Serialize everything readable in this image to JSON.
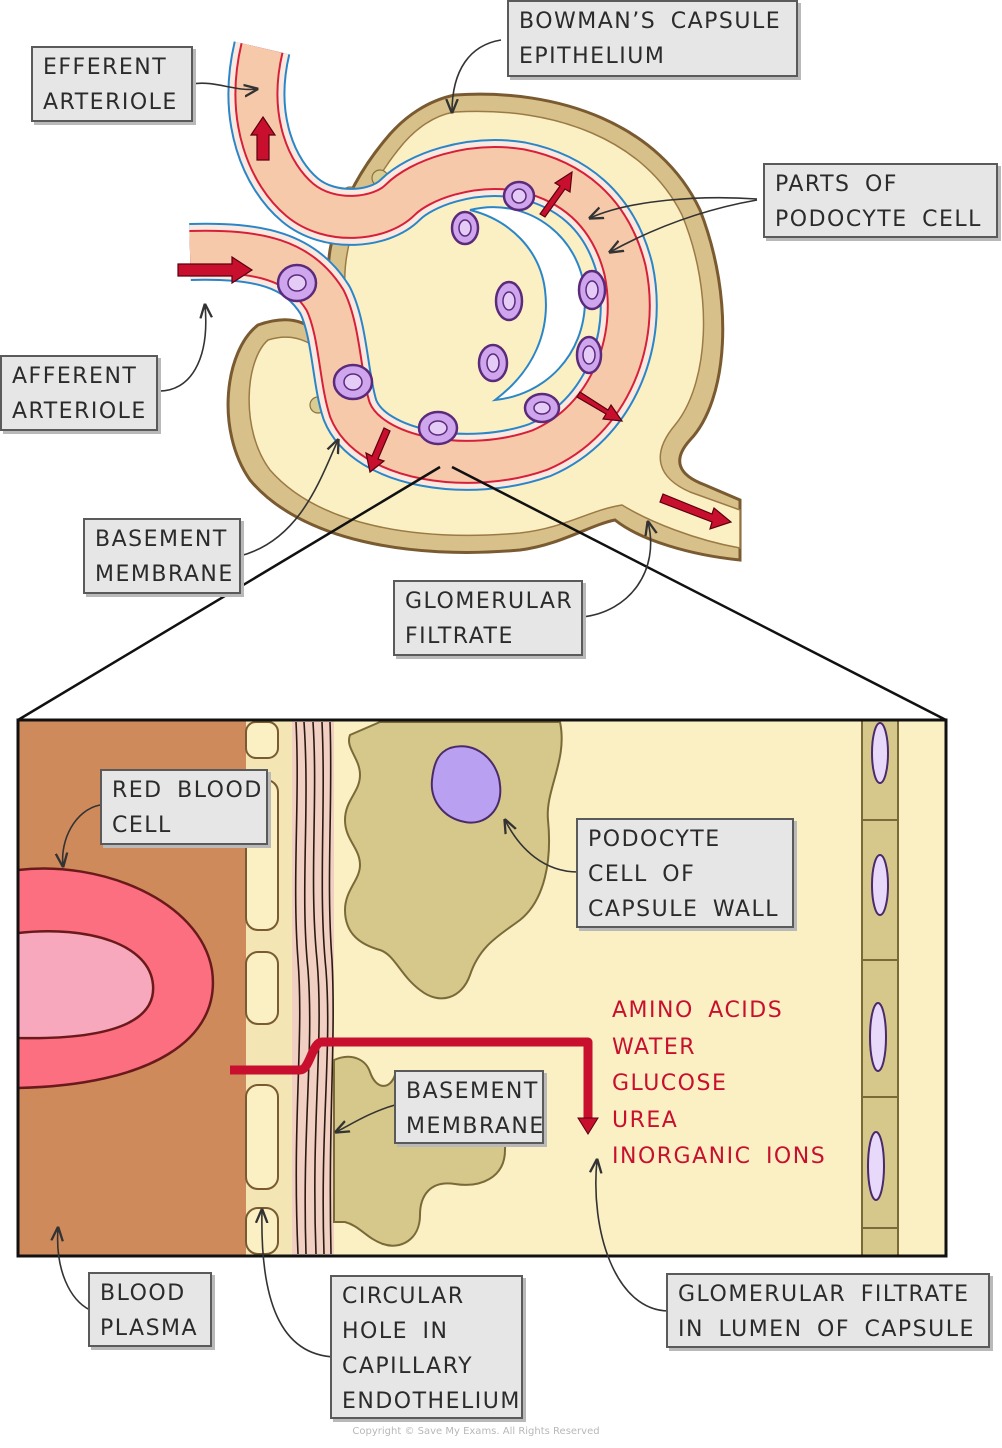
{
  "labels": {
    "efferent_arteriole": [
      "EFFERENT",
      "ARTERIOLE"
    ],
    "bowmans_capsule": [
      "BOWMAN’S CAPSULE",
      "EPITHELIUM"
    ],
    "parts_of_podocyte": [
      "PARTS OF",
      "PODOCYTE CELL"
    ],
    "afferent_arteriole": [
      "AFFERENT",
      "ARTERIOLE"
    ],
    "basement_membrane_top": [
      "BASEMENT",
      "MEMBRANE"
    ],
    "glomerular_filtrate_top": [
      "GLOMERULAR",
      "FILTRATE"
    ],
    "red_blood_cell": [
      "RED BLOOD",
      "CELL"
    ],
    "podocyte_cell": [
      "PODOCYTE",
      "CELL OF",
      "CAPSULE WALL"
    ],
    "basement_membrane_bottom": [
      "BASEMENT",
      "MEMBRANE"
    ],
    "blood_plasma": [
      "BLOOD",
      "PLASMA"
    ],
    "circular_hole": [
      "CIRCULAR",
      "HOLE IN",
      "CAPILLARY",
      "ENDOTHELIUM"
    ],
    "glomerular_filtrate_lumen": [
      "GLOMERULAR FILTRATE",
      "IN LUMEN OF CAPSULE"
    ]
  },
  "filtrate_substances": [
    "AMINO ACIDS",
    "WATER",
    "GLUCOSE",
    "UREA",
    "INORGANIC IONS"
  ],
  "copyright": "Copyright © Save My Exams. All Rights Reserved",
  "colors": {
    "capsule_fill": "#faf0c4",
    "capsule_wall": "#d8c08a",
    "capsule_outline": "#7a5a30",
    "vessel_fill": "#f6c9aa",
    "vessel_red_line": "#d6203a",
    "vessel_blue_line": "#2a86c8",
    "blood_cell": "#cfa6ee",
    "arrow_red": "#c8102e",
    "plasma": "#cf8a5c",
    "rbc_outer": "#fb6f80",
    "rbc_inner": "#f7a8bd",
    "podocyte": "#d6c88a",
    "basement_membrane": "#f1cfc3",
    "label_bg": "#e6e6e6"
  }
}
